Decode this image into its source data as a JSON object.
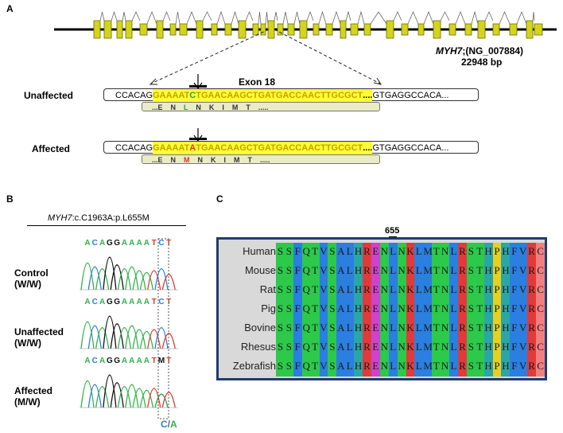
{
  "panel_a": {
    "label": "A",
    "gene_label": "MYH7",
    "gene_accession": ";(NG_007884)",
    "gene_size": "22948 bp",
    "exon_label": "Exon 18",
    "rows": [
      {
        "label": "Unaffected",
        "seq_prefix": "CCACAG",
        "seq_hl_before": "GAAAAT",
        "seq_mut": "C",
        "seq_hl_after": "TGAACAAGCTGATGACCAACTTGCGCT",
        "seq_dots": "....",
        "seq_suffix": "GTGAGGCCACA...",
        "aa_before": "...E    N    ",
        "aa_mut": "L",
        "aa_after": "    N    K    I    M    T    .....",
        "mut_color": "#2e9e3e"
      },
      {
        "label": "Affected",
        "seq_prefix": "CCACAG",
        "seq_hl_before": "GAAAAT",
        "seq_mut": "A",
        "seq_hl_after": "TGAACAAGCTGATGACCAACTTGCGCT",
        "seq_dots": "....",
        "seq_suffix": "GTGAGGCCACA...",
        "aa_before": "...E    N    ",
        "aa_mut": "M",
        "aa_after": "    N    K    I    M    T    .....",
        "mut_color": "#e03030"
      }
    ]
  },
  "panel_b": {
    "label": "B",
    "title_gene": "MYH7",
    "title_rest": ":c.C1963A:p.L655M",
    "tracks": [
      {
        "label_1": "Control",
        "label_2": "(W/W)",
        "bases": "ACAGGAAAATCT",
        "het": false
      },
      {
        "label_1": "Unaffected",
        "label_2": "(W/W)",
        "bases": "ACAGGAAAATCT",
        "het": false
      },
      {
        "label_1": "Affected",
        "label_2": " (M/W)",
        "bases": "ACAGGAAAATMT",
        "het": true
      }
    ],
    "bottom_c": "C",
    "bottom_slash": "/",
    "bottom_a": "A",
    "base_colors": {
      "A": "#2fb24a",
      "C": "#2a7fd4",
      "G": "#111111",
      "T": "#e03a2a",
      "M": "#111111"
    }
  },
  "panel_c": {
    "label": "C",
    "position_label": "655",
    "sequence": "SSFQTVSALHRENLNKLMTNLRSTHPHFVRC",
    "species": [
      "Human",
      "Mouse",
      "Rat",
      "Pig",
      "Bovine",
      "Rhesus",
      "Zebrafish"
    ],
    "aa_colors": {
      "S": "#2cc94a",
      "F": "#2a7fe0",
      "Q": "#2cc94a",
      "T": "#2cc94a",
      "V": "#2a7fe0",
      "A": "#2a7fe0",
      "L": "#2a7fe0",
      "H": "#2aa6a6",
      "R": "#e23a3a",
      "E": "#cc44cc",
      "N": "#2cc94a",
      "K": "#e23a3a",
      "M": "#2a7fe0",
      "P": "#e6d21e",
      "C": "#f08080"
    }
  }
}
